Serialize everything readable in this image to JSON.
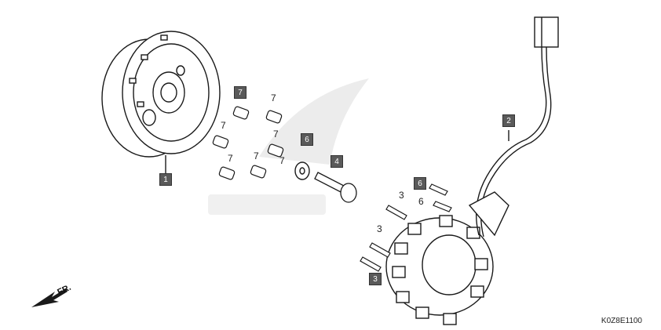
{
  "callouts": {
    "flywheel": "1",
    "stator_harness": "2",
    "bolt_lower_left": "3",
    "bolt_stator": "3",
    "bolt_left_top": "3",
    "flange_bolt": "4",
    "washer": "6",
    "bolt_pickup_top": "6",
    "bolt_pickup": "6",
    "bolt_a": "7",
    "bolt_b": "7",
    "bolt_c": "7",
    "bolt_d": "7",
    "bolt_e": "7",
    "bolt_f": "7",
    "bolt_g": "7"
  },
  "direction_label": "FR.",
  "diagram_code": "K0Z8E1100",
  "colors": {
    "line": "#1a1a1a",
    "box": "#5a5a5a",
    "watermark": "#e6e6e6"
  }
}
